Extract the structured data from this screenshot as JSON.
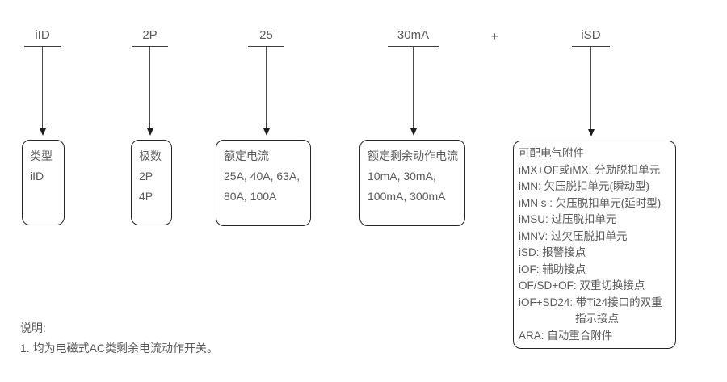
{
  "diagram": {
    "plus": "+",
    "columns": [
      {
        "code": "iID",
        "title": "类型",
        "lines": [
          "iID"
        ]
      },
      {
        "code": "2P",
        "title": "极数",
        "lines": [
          "2P",
          "4P"
        ]
      },
      {
        "code": "25",
        "title": "额定电流",
        "lines": [
          "25A, 40A, 63A,",
          "80A, 100A"
        ]
      },
      {
        "code": "30mA",
        "title": "额定剩余动作电流",
        "lines": [
          "10mA, 30mA,",
          "100mA, 300mA"
        ]
      },
      {
        "code": "iSD",
        "title": "可配电气附件",
        "lines": [
          "iMX+OF或iMX: 分励脱扣单元",
          "iMN: 欠压脱扣单元(瞬动型)",
          "iMN s : 欠压脱扣单元(延时型)",
          "iMSU: 过压脱扣单元",
          "iMNV: 过欠压脱扣单元",
          "iSD: 报警接点",
          "iOF: 辅助接点",
          "OF/SD+OF: 双重切换接点",
          "iOF+SD24: 带Ti24接口的双重",
          "指示接点",
          "ARA: 自动重合附件"
        ]
      }
    ],
    "notes": {
      "heading": "说明:",
      "item1": "1. 均为电磁式AC类剩余电流动作开关。"
    }
  },
  "colors": {
    "text": "#595959",
    "box_border": "#262626",
    "arrow": "#404040",
    "background": "#ffffff"
  }
}
